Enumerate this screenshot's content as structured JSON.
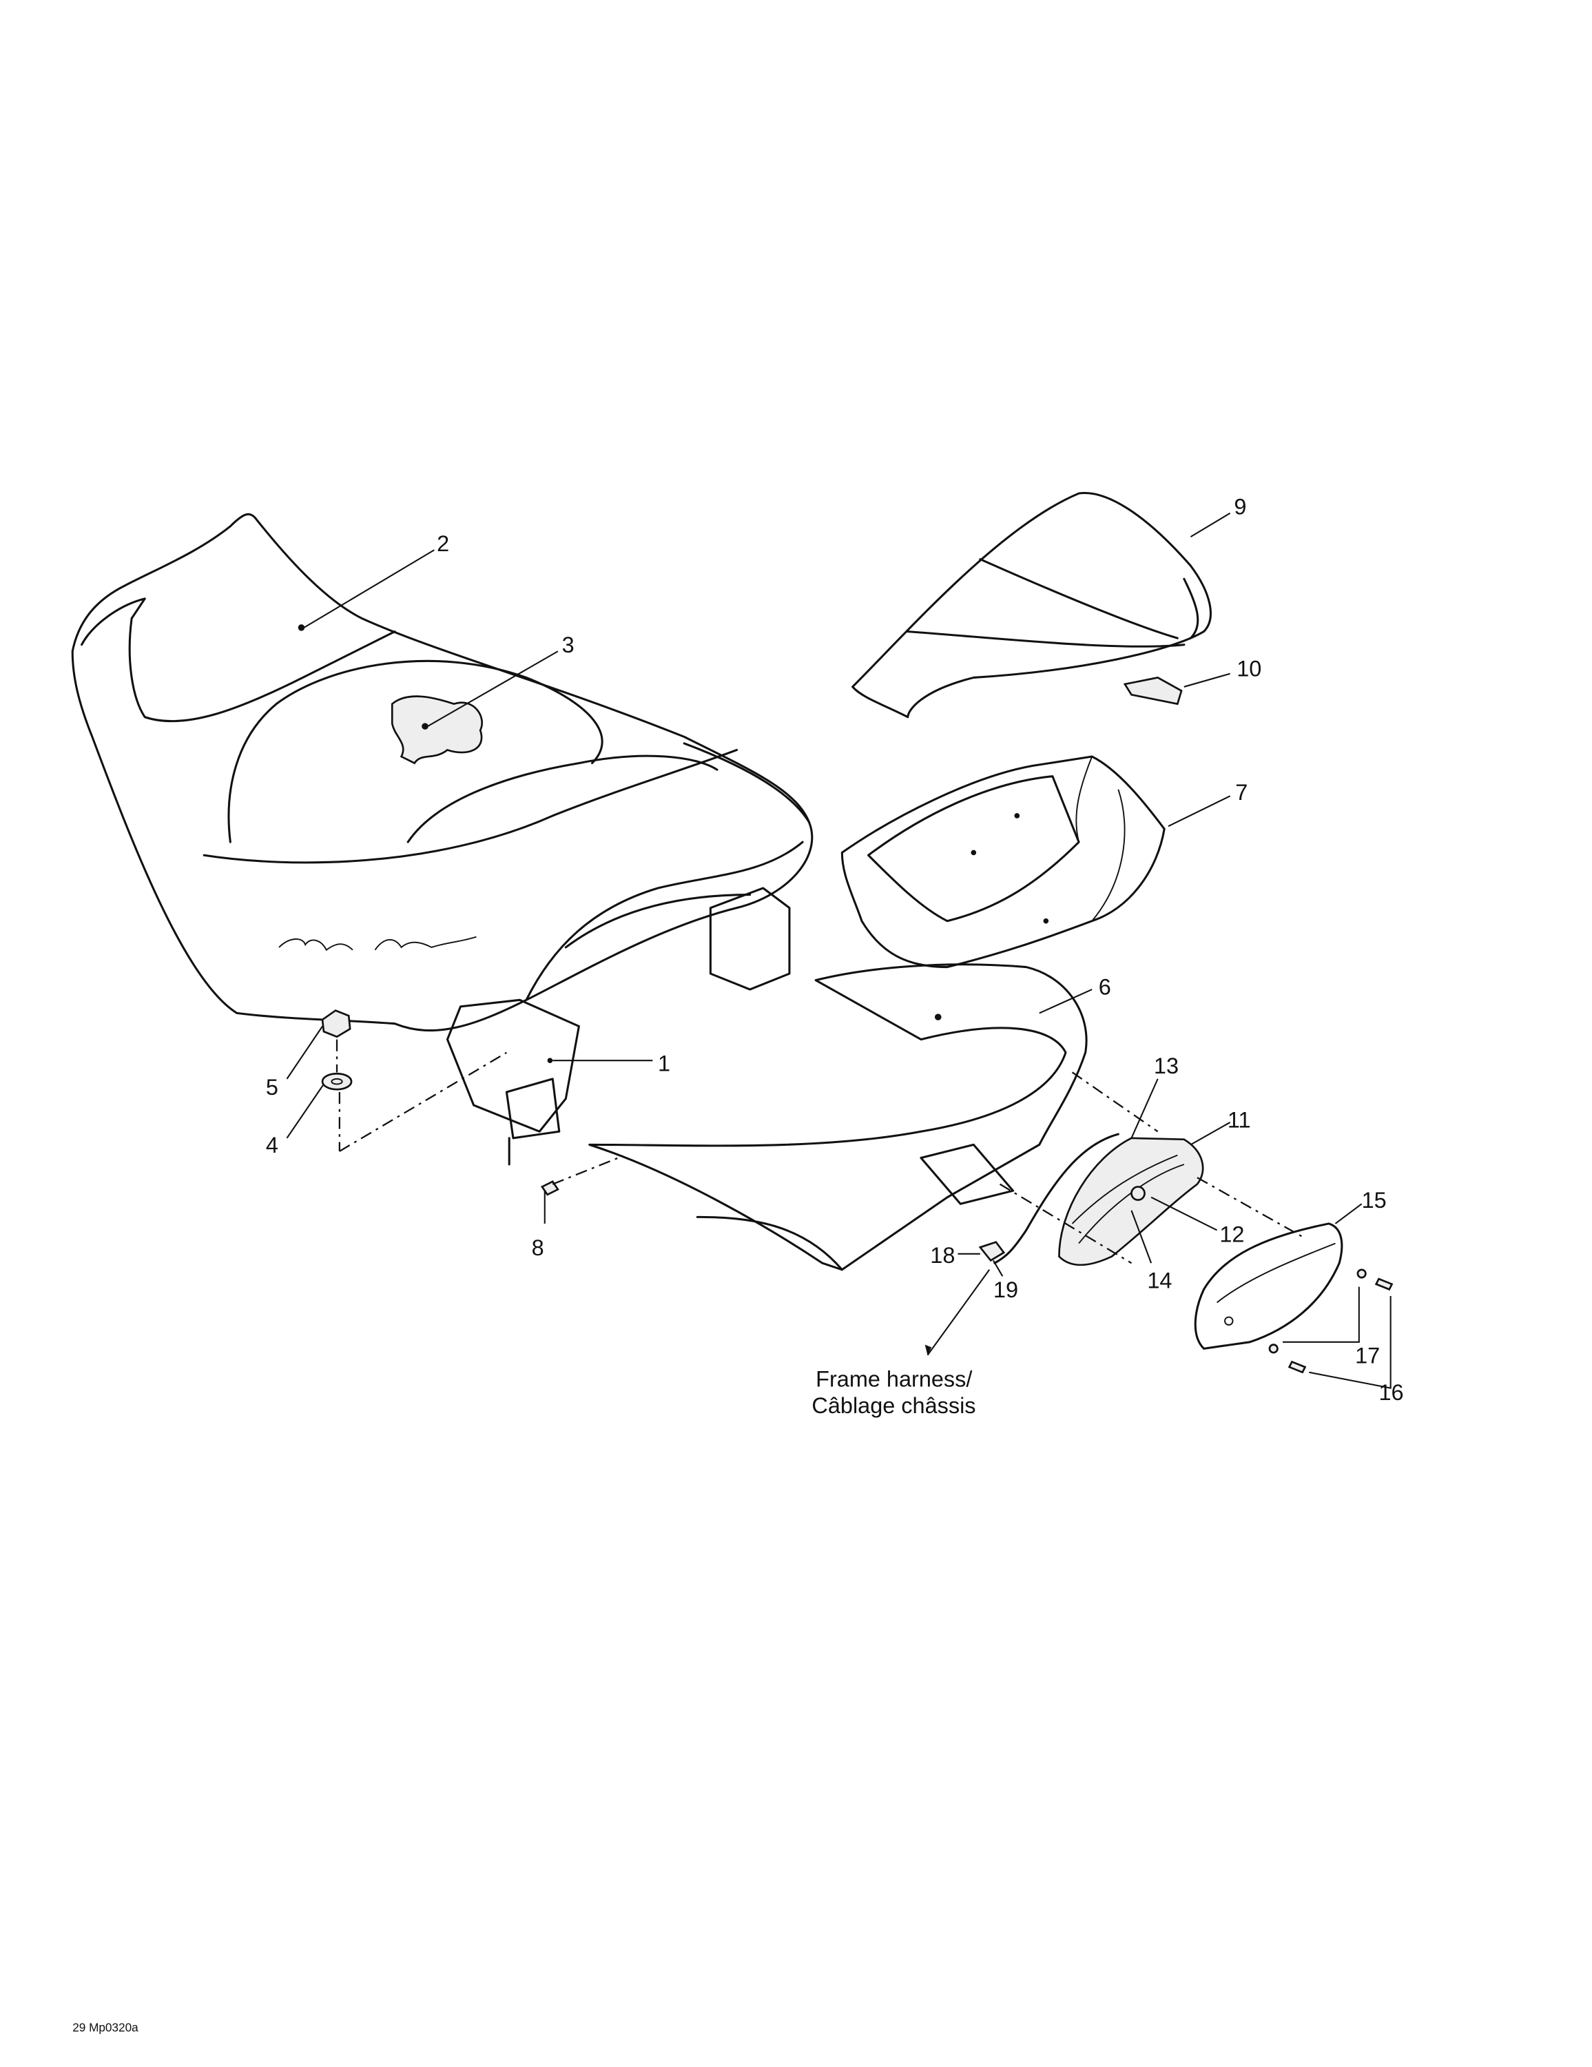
{
  "diagram": {
    "callouts": [
      "1",
      "2",
      "3",
      "4",
      "5",
      "6",
      "7",
      "8",
      "9",
      "10",
      "11",
      "12",
      "13",
      "14",
      "15",
      "16",
      "17",
      "18",
      "19"
    ],
    "caption_line1": "Frame harness/",
    "caption_line2": "Câblage châssis",
    "seat_logo": "Blair Morgan",
    "drawing_code": "29 Mp0320a"
  }
}
